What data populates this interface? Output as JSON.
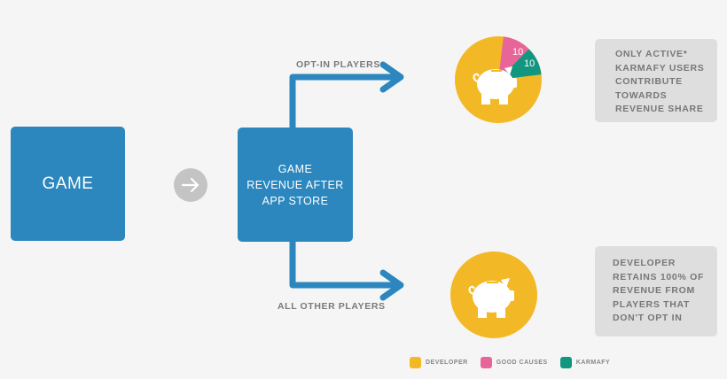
{
  "colors": {
    "blue": "#2b87bd",
    "developer": "#f3b825",
    "good_causes": "#e8659a",
    "karmafy": "#129680",
    "note_bg": "#dedede",
    "arrow_circle": "#c4c4c4"
  },
  "boxes": {
    "game": "GAME",
    "revenue": "GAME\nREVENUE AFTER\nAPP STORE"
  },
  "branches": {
    "opt_in": "OPT-IN PLAYERS",
    "others": "ALL OTHER PLAYERS"
  },
  "pie_top": {
    "segments": [
      {
        "name": "Developer",
        "value": 80,
        "color": "#f3b825"
      },
      {
        "name": "Good Causes",
        "value": 10,
        "label": "10",
        "color": "#e8659a"
      },
      {
        "name": "Karmafy",
        "value": 10,
        "label": "10",
        "color": "#129680"
      }
    ],
    "icon": "piggy-bank-icon"
  },
  "pie_bottom": {
    "segments": [
      {
        "name": "Developer",
        "value": 100,
        "color": "#f3b825"
      }
    ],
    "icon": "piggy-bank-icon"
  },
  "notes": {
    "top": "ONLY ACTIVE*\nKARMAFY USERS\nCONTRIBUTE\nTOWARDS\nREVENUE SHARE",
    "bottom": "DEVELOPER\nRETAINS 100% OF\nREVENUE FROM\nPLAYERS THAT\nDON'T OPT IN"
  },
  "legend": [
    {
      "label": "DEVELOPER",
      "color": "#f3b825"
    },
    {
      "label": "GOOD CAUSES",
      "color": "#e8659a"
    },
    {
      "label": "KARMAFY",
      "color": "#129680"
    }
  ]
}
